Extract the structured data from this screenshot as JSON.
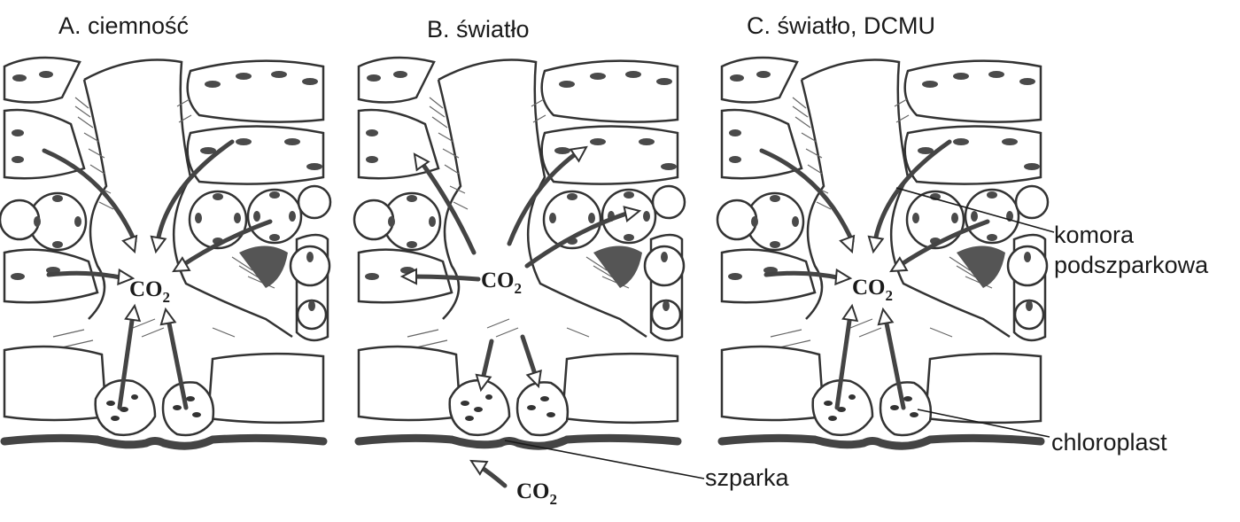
{
  "panels": [
    {
      "title": "A. ciemność",
      "co2_label": "CO",
      "co2_sub": "2"
    },
    {
      "title": "B. światło",
      "co2_label": "CO",
      "co2_sub": "2"
    },
    {
      "title": "C. światło, DCMU",
      "co2_label": "CO",
      "co2_sub": "2"
    }
  ],
  "external_co2": {
    "label": "CO",
    "sub": "2"
  },
  "labels": {
    "chamber_line1": "komora",
    "chamber_line2": "podszparkowa",
    "stoma": "szparka",
    "chloroplast": "chloroplast"
  }
}
